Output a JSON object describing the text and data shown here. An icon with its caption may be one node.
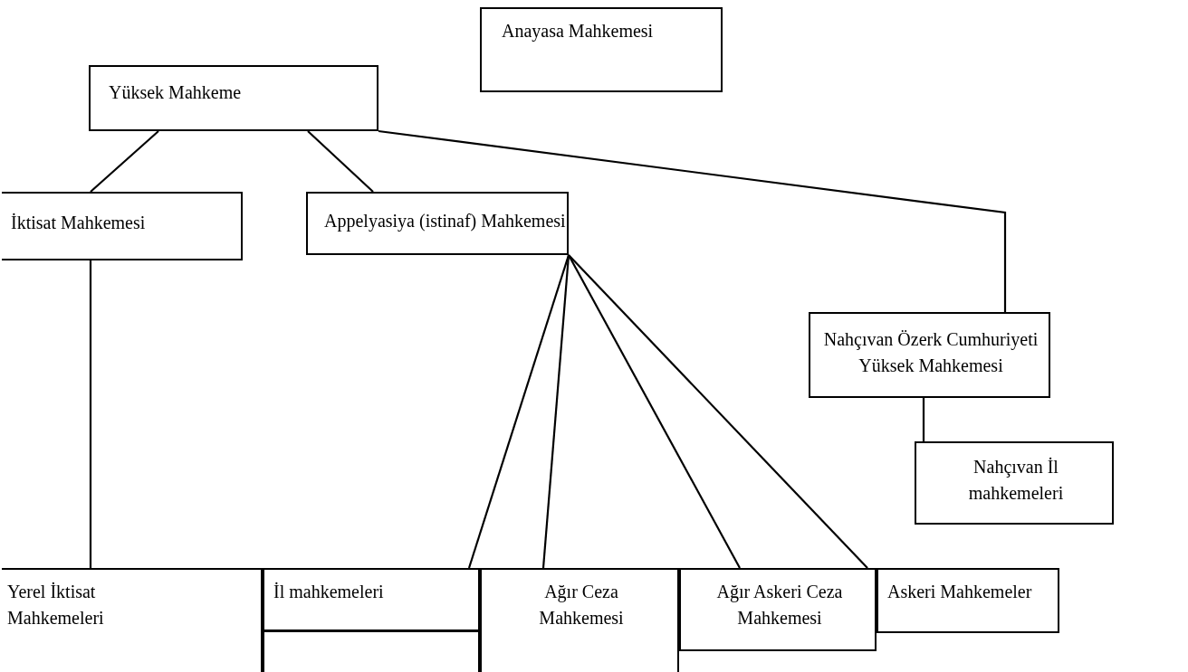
{
  "diagram": {
    "nodes": [
      {
        "text": [
          "Anayasa Mahkemesi"
        ]
      },
      {
        "text": [
          "Yüksek Mahkeme"
        ]
      },
      {
        "text": [
          "İktisat Mahkemesi"
        ]
      },
      {
        "text": [
          "Appelyasiya (istinaf) Mahkemesi"
        ]
      },
      {
        "text": [
          "Nahçıvan Özerk Cumhuriyeti Yüksek Mahkemesi"
        ]
      },
      {
        "text": [
          "Nahçıvan İl mahkemeleri"
        ]
      },
      {
        "text": [
          "Yerel İktisat Mahkemeleri"
        ]
      },
      {
        "text": [
          "İl mahkemeleri"
        ]
      },
      {
        "text": [
          "Ağır Ceza Mahkemesi"
        ]
      },
      {
        "text": [
          "Ağır Askeri Ceza Mahkemesi"
        ]
      },
      {
        "text": [
          "Askeri Mahkemeler"
        ]
      },
      {
        "text": [],
        "shape": "box"
      }
    ],
    "edges": [
      {
        "from": 1,
        "to": 2,
        "arrow": "none"
      },
      {
        "from": 1,
        "to": 3,
        "arrow": "none"
      },
      {
        "from": 1,
        "to": 4,
        "arrow": "none"
      },
      {
        "from": 2,
        "to": 6,
        "arrow": "none"
      },
      {
        "from": 3,
        "to": 7,
        "arrow": "none"
      },
      {
        "from": 3,
        "to": 8,
        "arrow": "none"
      },
      {
        "from": 3,
        "to": 9,
        "arrow": "none"
      },
      {
        "from": 3,
        "to": 10,
        "arrow": "none"
      },
      {
        "from": 4,
        "to": 5,
        "arrow": "none"
      }
    ]
  }
}
